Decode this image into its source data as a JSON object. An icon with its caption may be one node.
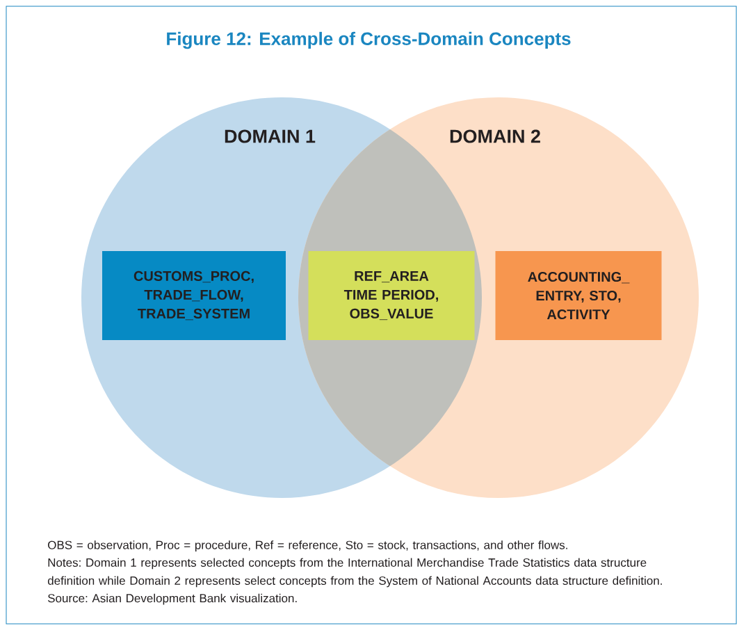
{
  "diagram": {
    "title": "Figure 12: Example of Cross-Domain Concepts",
    "nodes": [
      {
        "text": [
          "DOMAIN 1"
        ]
      },
      {
        "text": [
          "DOMAIN 2"
        ]
      },
      {
        "text": [
          "CUSTOMS_PROC, TRADE_FLOW, TRADE_SYSTEM"
        ],
        "in": 0
      },
      {
        "text": [
          "REF_AREA TIME PERIOD, OBS_VALUE"
        ]
      },
      {
        "text": [
          "ACCOUNTING_ ENTRY, STO, ACTIVITY"
        ],
        "in": 1
      }
    ],
    "labels": [
      "OBS = observation, Proc = procedure, Ref = reference, Sto = stock, transactions, and other flows.",
      "Notes: Domain 1 represents selected concepts from the International Merchandise Trade Statistics data structure definition while Domain 2 represents select concepts from the System of National Accounts data structure definition.",
      "Source: Asian Development Bank visualization."
    ]
  }
}
